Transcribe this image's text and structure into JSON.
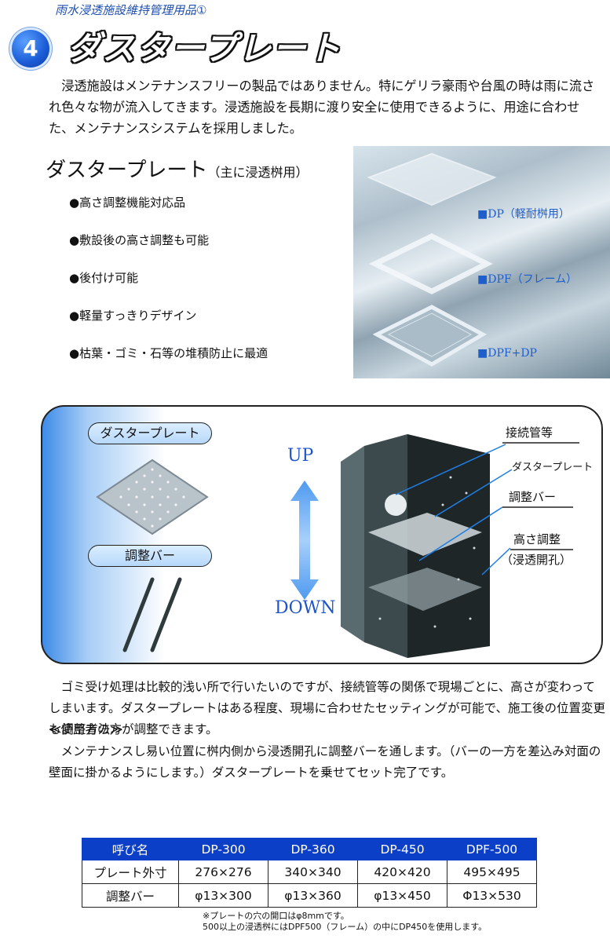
{
  "header": {
    "label": "雨水浸透施設維持管理用品①",
    "number": "4",
    "title": "ダスタープレート"
  },
  "intro": "浸透施設はメンテナンスフリーの製品ではありません。特にゲリラ豪雨や台風の時は雨に流され色々な物が流入してきます。浸透施設を長期に渡り安全に使用できるように、用途に合わせた、メンテナンスシステムを採用しました。",
  "product": {
    "name": "ダスタープレート",
    "usage": "（主に浸透桝用）",
    "features": [
      "●高さ調整機能対応品",
      "●敷設後の高さ調整も可能",
      "●後付け可能",
      "●軽量すっきりデザイン",
      "●枯葉・ゴミ・石等の堆積防止に最適"
    ]
  },
  "photo_tags": [
    "■DP（軽耐桝用）",
    "■DPF（フレーム）",
    "■DPF+DP"
  ],
  "diagram": {
    "pill_plate": "ダスタープレート",
    "pill_bar": "調整バー",
    "up": "UP",
    "down": "DOWN",
    "labels": [
      "接続管等",
      "ダスタープレート",
      "調整バー",
      "高さ調整",
      "（浸透開孔）"
    ]
  },
  "body": "ゴミ受け処理は比較的浅い所で行いたいのですが、接続管等の関係で現場ごとに、高さが変わってしまいます。ダスタープレートはある程度、現場に合わせたセッティングが可能で、施工後の位置変更も使用者の方が調整できます。",
  "method_head": "≪調整方法≫",
  "method": "メンテナンスし易い位置に桝内側から浸透開孔に調整バーを通します。（バーの一方を差込み対面の壁面に掛かるようにします。）ダスタープレートを乗せてセット完了です。",
  "table": {
    "headers": [
      "呼び名",
      "DP-300",
      "DP-360",
      "DP-450",
      "DPF-500"
    ],
    "rows": [
      [
        "プレート外寸",
        "276×276",
        "340×340",
        "420×420",
        "495×495"
      ],
      [
        "調整バー",
        "φ13×300",
        "φ13×360",
        "φ13×450",
        "Φ13×530"
      ]
    ]
  },
  "notes": [
    "※プレートの穴の開口はφ8mmです。",
    "500以上の浸透桝にはDPF500（フレーム）の中にDP450を使用します。"
  ],
  "colors": {
    "accent": "#1f4fae",
    "table_header": "#0c3fc8",
    "tag": "#1f5fcc"
  }
}
